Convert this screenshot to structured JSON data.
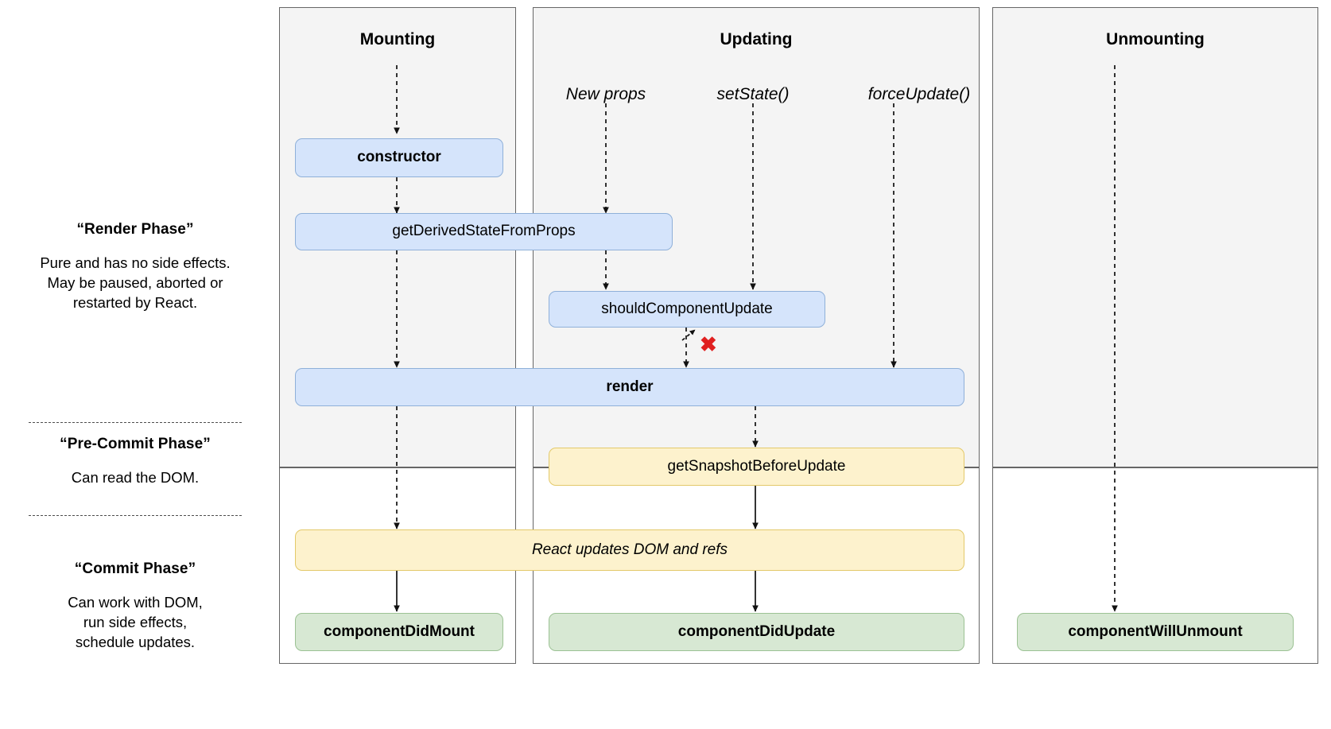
{
  "legend": [
    {
      "title": "“Render Phase”",
      "lines": [
        "Pure and has no side effects.",
        "May be paused, aborted or",
        "restarted by React."
      ]
    },
    {
      "title": "“Pre-Commit Phase”",
      "lines": [
        "Can read the DOM."
      ]
    },
    {
      "title": "“Commit Phase”",
      "lines": [
        "Can work with DOM,",
        "run side effects,",
        "schedule updates."
      ]
    }
  ],
  "panels": {
    "mounting": "Mounting",
    "updating": "Updating",
    "unmounting": "Unmounting"
  },
  "triggers": {
    "new_props": "New props",
    "set_state": "setState()",
    "force_update": "forceUpdate()"
  },
  "nodes": {
    "constructor": "constructor",
    "get_derived_state_from_props": "getDerivedStateFromProps",
    "should_component_update": "shouldComponentUpdate",
    "render": "render",
    "get_snapshot_before_update": "getSnapshotBeforeUpdate",
    "react_updates_dom_and_refs": "React updates DOM and refs",
    "component_did_mount": "componentDidMount",
    "component_did_update": "componentDidUpdate",
    "component_will_unmount": "componentWillUnmount"
  },
  "markers": {
    "skip_render_x": "✖"
  },
  "colors": {
    "render_phase_box": "#d5e4fb",
    "commit_pre_box": "#fdf2cd",
    "commit_box": "#d7e8d3",
    "skip_marker": "#e02020",
    "panel_top_bg": "#f4f4f4",
    "panel_border": "#666666"
  }
}
